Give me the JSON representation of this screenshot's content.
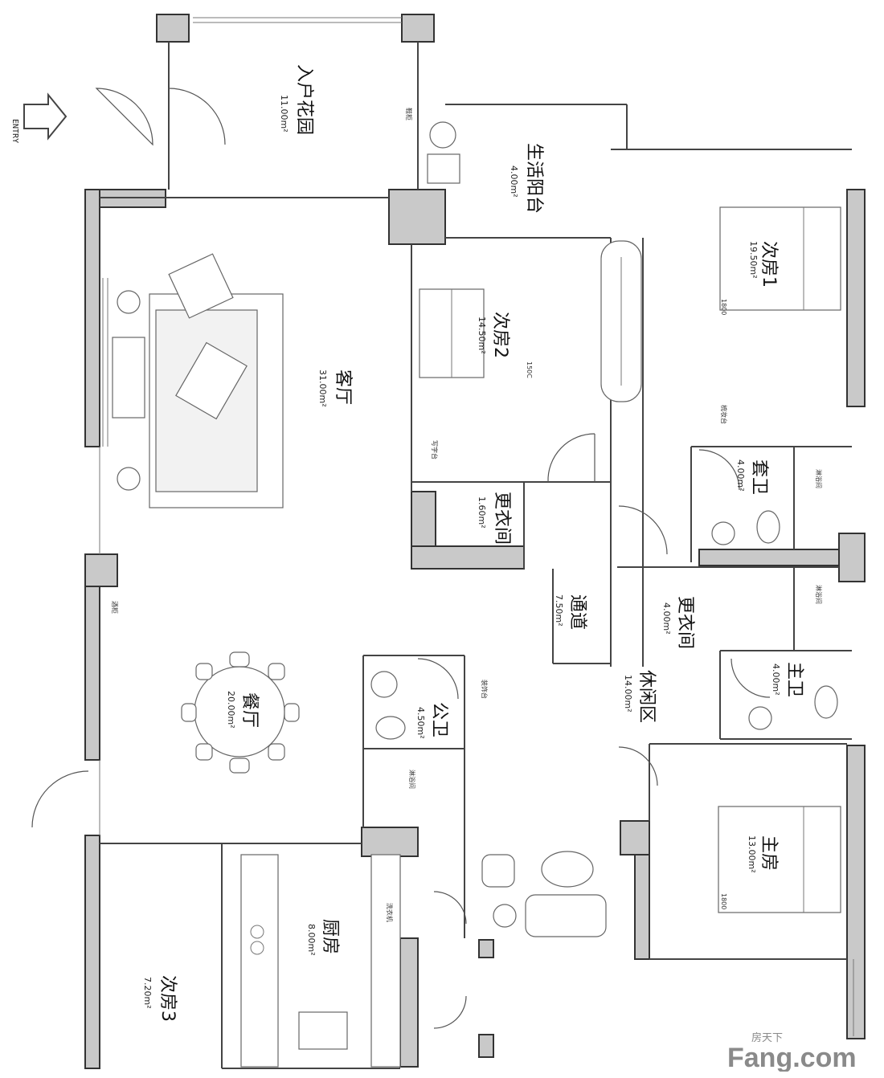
{
  "entry_label": "ENTRY",
  "rooms": {
    "entry_garden": {
      "name": "入户花园",
      "area": "11.00m²"
    },
    "service_balcony": {
      "name": "生活阳台",
      "area": "4.00m²"
    },
    "bedroom1": {
      "name": "次房1",
      "area": "19.50m²",
      "dim": "1800"
    },
    "bedroom2": {
      "name": "次房2",
      "area": "14.50m²",
      "dim": "150C"
    },
    "living": {
      "name": "客厅",
      "area": "31.00m²"
    },
    "ensuite": {
      "name": "套卫",
      "area": "4.00m²"
    },
    "closet_small": {
      "name": "更衣间",
      "area": "1.60m²"
    },
    "corridor": {
      "name": "通道",
      "area": "7.50m²"
    },
    "closet_master": {
      "name": "更衣间",
      "area": "4.00m²"
    },
    "master_bath": {
      "name": "主卫",
      "area": "4.00m²"
    },
    "lounge": {
      "name": "休闲区",
      "area": "14.00m²"
    },
    "dining": {
      "name": "餐厅",
      "area": "20.00m²"
    },
    "public_bath": {
      "name": "公卫",
      "area": "4.50m²"
    },
    "master": {
      "name": "主房",
      "area": "13.00m²",
      "dim": "1800"
    },
    "kitchen": {
      "name": "厨房",
      "area": "8.00m²"
    },
    "bedroom3": {
      "name": "次房3",
      "area": "7.20m²"
    }
  },
  "fixtures": {
    "desk": "写字台",
    "shower": "淋浴间",
    "vanity": "梳妆台",
    "washer": "洗衣机",
    "display": "装饰台",
    "wine": "酒柜",
    "shoe": "鞋柜"
  },
  "watermark": {
    "cn": "房天下",
    "en": "Fang.com",
    "color": "#8a8a8a"
  }
}
